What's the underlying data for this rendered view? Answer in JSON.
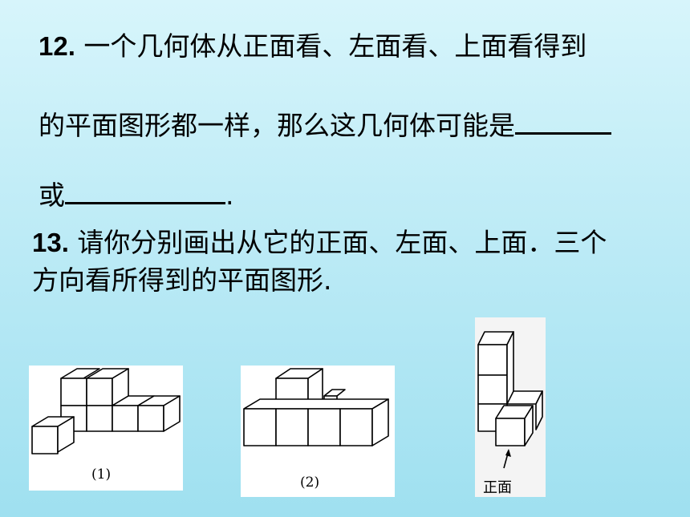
{
  "q12": {
    "number": "12.",
    "line1": " 一个几何体从正面看、左面看、上面看得到",
    "line2": "的平面图形都一样，那么这几何体可能是",
    "line3_prefix": "或",
    "line3_suffix": "."
  },
  "q13": {
    "number": "13.",
    "line1": " 请你分别画出从它的正面、左面、上面．三个",
    "line2": "方向看所得到的平面图形."
  },
  "figures": {
    "fig1_caption": "(1)",
    "fig2_caption": "(2)",
    "fig3_label": "正面"
  }
}
